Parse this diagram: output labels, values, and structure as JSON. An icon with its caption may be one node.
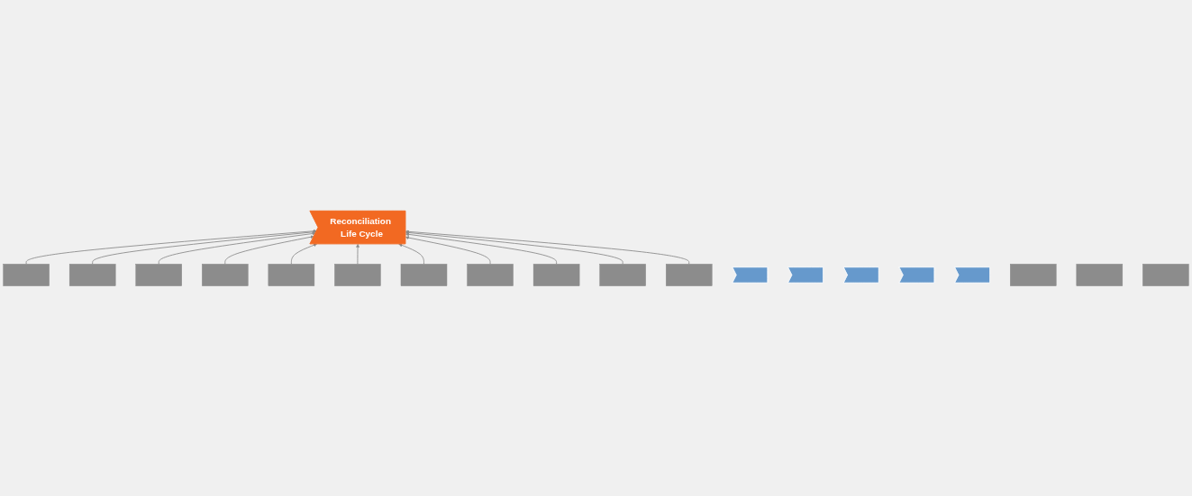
{
  "diagram": {
    "nodes": [
      {
        "text": [
          "Reconciliation Life Cycle"
        ]
      },
      {
        "text": [],
        "shape": "box"
      },
      {
        "text": [],
        "shape": "box"
      },
      {
        "text": [],
        "shape": "box"
      },
      {
        "text": [],
        "shape": "box"
      },
      {
        "text": [],
        "shape": "box"
      },
      {
        "text": [],
        "shape": "box"
      },
      {
        "text": [],
        "shape": "box"
      },
      {
        "text": [],
        "shape": "box"
      },
      {
        "text": [],
        "shape": "box"
      },
      {
        "text": [],
        "shape": "box"
      },
      {
        "text": [],
        "shape": "box"
      },
      {
        "text": [],
        "shape": "chevron"
      },
      {
        "text": [],
        "shape": "chevron"
      },
      {
        "text": [],
        "shape": "chevron"
      },
      {
        "text": [],
        "shape": "chevron"
      },
      {
        "text": [],
        "shape": "chevron"
      },
      {
        "text": [],
        "shape": "bar"
      },
      {
        "text": [],
        "shape": "bar"
      },
      {
        "text": [],
        "shape": "bar"
      }
    ],
    "edges": [
      {
        "from": 1,
        "to": 0,
        "arrow": "to"
      },
      {
        "from": 7,
        "to": 0,
        "arrow": "to"
      },
      {
        "from": 2,
        "to": 0,
        "arrow": "to"
      },
      {
        "from": 8,
        "to": 0,
        "arrow": "to"
      },
      {
        "from": 3,
        "to": 0,
        "arrow": "to"
      },
      {
        "from": 9,
        "to": 0,
        "arrow": "to"
      },
      {
        "from": 4,
        "to": 0,
        "arrow": "to"
      },
      {
        "from": 10,
        "to": 0,
        "arrow": "to"
      },
      {
        "from": 5,
        "to": 0,
        "arrow": "to"
      },
      {
        "from": 11,
        "to": 0,
        "arrow": "to"
      },
      {
        "from": 6,
        "to": 0,
        "arrow": "to"
      }
    ]
  }
}
